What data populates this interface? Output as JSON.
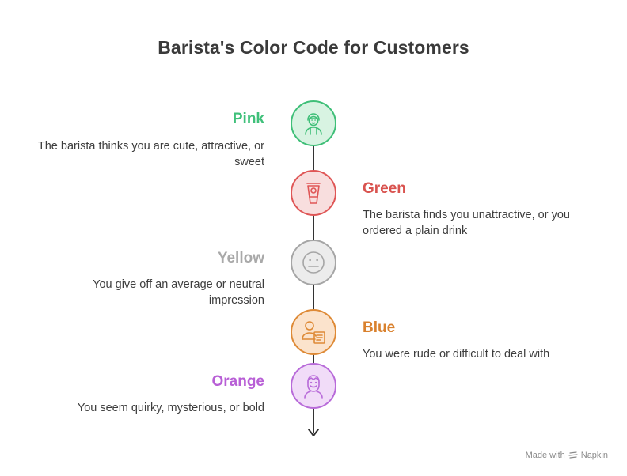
{
  "title": "Barista's Color Code for Customers",
  "items": [
    {
      "label": "Pink",
      "description": "The barista thinks you are cute, attractive, or sweet",
      "label_color": "#3fc07a",
      "node_fill": "#d8f3e2",
      "node_stroke": "#3fbf78",
      "icon": "barista-person-icon"
    },
    {
      "label": "Green",
      "description": "The barista finds you unattractive, or you ordered a plain drink",
      "label_color": "#d9534f",
      "node_fill": "#f8dede",
      "node_stroke": "#df5656",
      "icon": "drink-cup-icon"
    },
    {
      "label": "Yellow",
      "description": "You give off an average or neutral impression",
      "label_color": "#a9a9a9",
      "node_fill": "#ececec",
      "node_stroke": "#a6a6a6",
      "icon": "neutral-face-icon"
    },
    {
      "label": "Blue",
      "description": "You were rude or difficult to deal with",
      "label_color": "#d9812e",
      "node_fill": "#fbe3cc",
      "node_stroke": "#de8a36",
      "icon": "person-complaint-icon"
    },
    {
      "label": "Orange",
      "description": "You seem quirky, mysterious, or bold",
      "label_color": "#b85fd6",
      "node_fill": "#f1dcf8",
      "node_stroke": "#b86bd9",
      "icon": "bearded-person-icon"
    }
  ],
  "footer": {
    "made_with": "Made with",
    "brand": "Napkin"
  }
}
